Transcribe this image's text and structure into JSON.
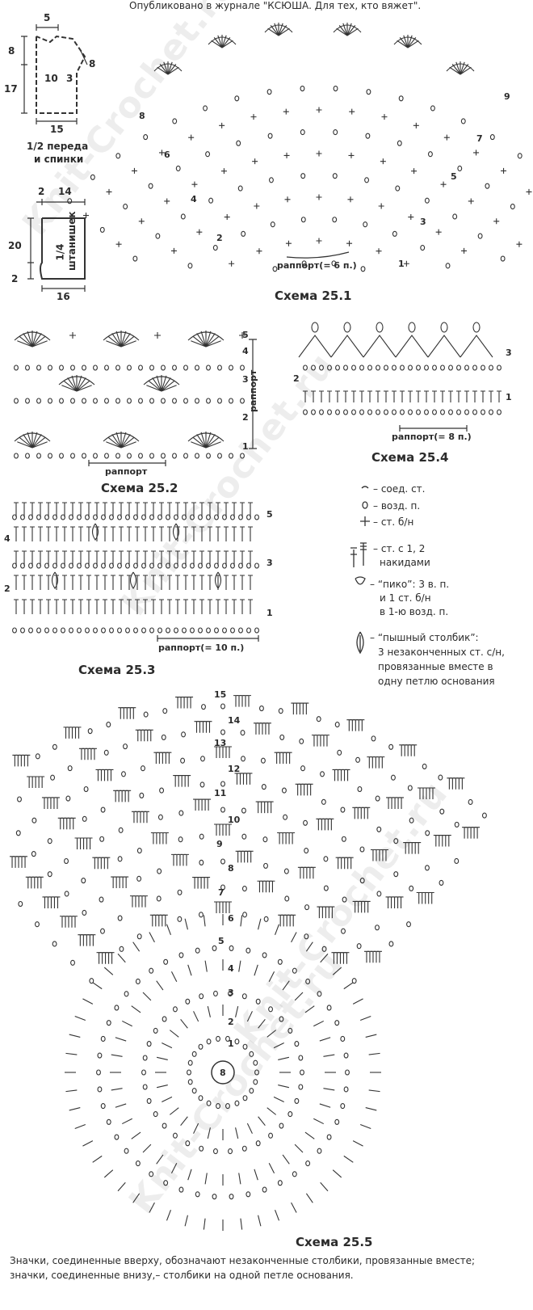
{
  "publication": "Опубликовано в журнале \"КСЮША. Для тех, кто вяжет\".",
  "watermark": "Knit-Crochet.ru",
  "pattern1": {
    "label": "1/2 переда\nи спинки",
    "label_line1": "1/2 переда",
    "label_line2": "и спинки",
    "dims": {
      "top": "5",
      "left_upper": "8",
      "left_lower": "17",
      "inner": "10",
      "inner_right": "3",
      "right": "8",
      "bottom": "15"
    }
  },
  "pattern2": {
    "label_line1": "1/4",
    "label_line2": "штанишек",
    "dims": {
      "top_left": "2",
      "top": "14",
      "left": "20",
      "left_bottom": "2",
      "bottom": "16"
    }
  },
  "scheme251": {
    "title": "Схема 25.1",
    "repeat": "раппорт(= 6 п.)",
    "rows": [
      "1",
      "2",
      "3",
      "4",
      "5",
      "6",
      "7",
      "8",
      "9"
    ]
  },
  "scheme252": {
    "title": "Схема 25.2",
    "repeat": "раппорт",
    "rows": [
      "1",
      "2",
      "3",
      "4",
      "5"
    ],
    "side_repeat": "раппорт"
  },
  "scheme253": {
    "title": "Схема 25.3",
    "repeat": "раппорт(= 10 п.)",
    "rows": [
      "1",
      "2",
      "3",
      "4",
      "5"
    ]
  },
  "scheme254": {
    "title": "Схема 25.4",
    "repeat": "раппорт(= 8 п.)",
    "rows": [
      "1",
      "2",
      "3"
    ]
  },
  "scheme255": {
    "title": "Схема 25.5",
    "center": "8",
    "rows": [
      "1",
      "2",
      "3",
      "4",
      "5",
      "6",
      "7",
      "8",
      "9",
      "10",
      "11",
      "12",
      "13",
      "14",
      "15"
    ]
  },
  "legend": [
    {
      "icon": "slip-stitch-icon",
      "text": "– соед. ст."
    },
    {
      "icon": "chain-icon",
      "text": "– возд. п."
    },
    {
      "icon": "single-crochet-icon",
      "text": "– ст. б/н"
    },
    {
      "icon": "double-crochet-icon",
      "text": "– ст. с 1, 2"
    },
    {
      "icon": "",
      "text": "накидами"
    },
    {
      "icon": "picot-icon",
      "text": "– “пико”: 3 в. п."
    },
    {
      "icon": "",
      "text": "и 1 ст. б/н"
    },
    {
      "icon": "",
      "text": "в 1-ю возд. п."
    },
    {
      "icon": "puff-stitch-icon",
      "text": "– “пышный столбик”:"
    },
    {
      "icon": "",
      "text": "3 незаконченных ст. с/н,"
    },
    {
      "icon": "",
      "text": "провязанные вместе в"
    },
    {
      "icon": "",
      "text": "одну петлю основания"
    }
  ],
  "footnote_line1": "Значки, соединенные вверху, обозначают незаконченные столбики, провязанные вместе;",
  "footnote_line2": "значки, соединенные внизу,– столбики на одной петле основания."
}
